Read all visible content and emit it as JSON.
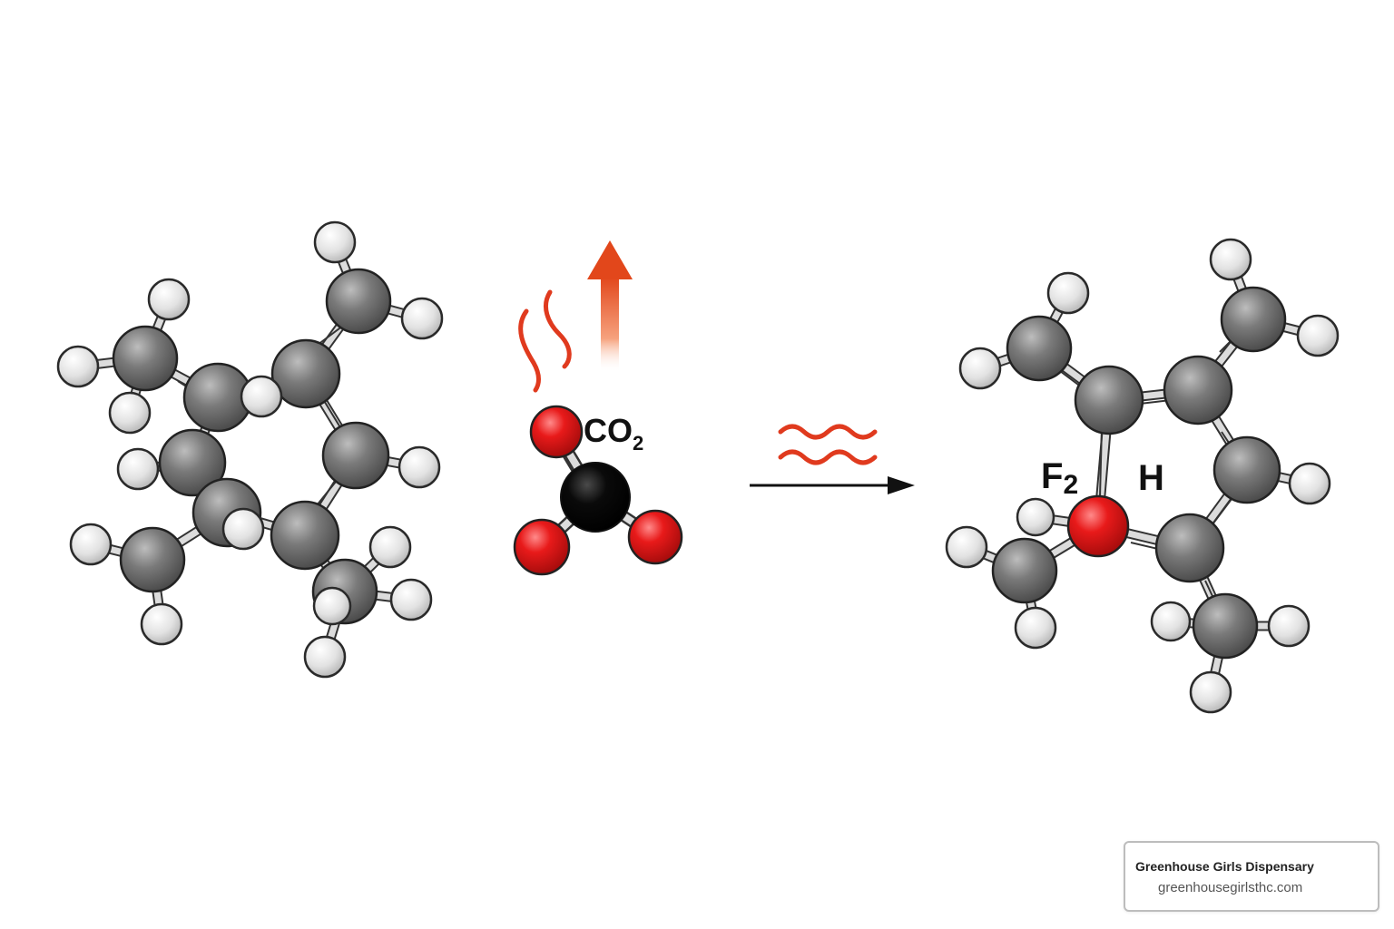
{
  "colors": {
    "carbon": "#6e6e6e",
    "hydrogen": "#e6e6e6",
    "oxygen": "#e01717",
    "co2_carbon": "#111111",
    "heat": "#e03a1e",
    "arrow_up_top": "#e2471b",
    "background": "#ffffff"
  },
  "icons": [
    "heat-wave-icon",
    "up-arrow-icon",
    "reaction-arrow-icon"
  ],
  "labels": {
    "co2_main": "CO",
    "co2_sub": "2",
    "f2_main": "F",
    "f2_sub": "2",
    "h": "H"
  },
  "brand": {
    "name": "Greenhouse Girls Dispensary",
    "url": "greenhousegirlsthc.com"
  }
}
